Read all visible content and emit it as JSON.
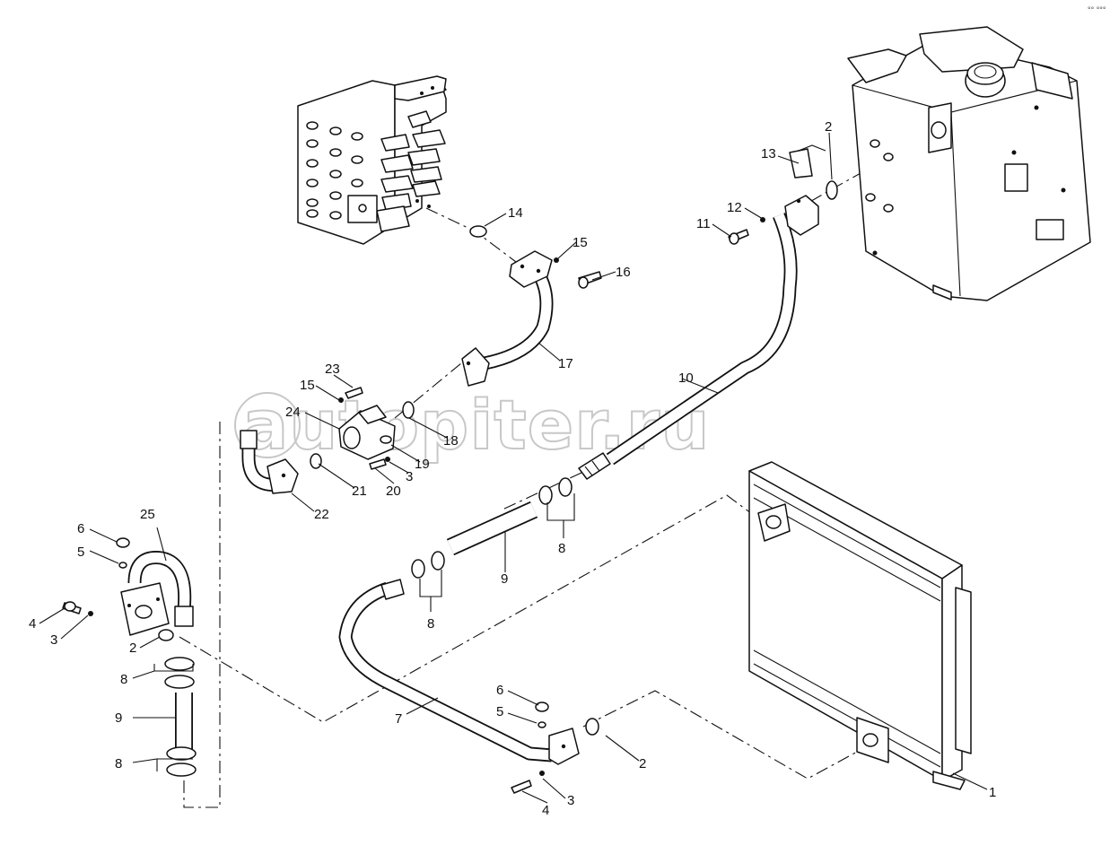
{
  "watermark": "autopiter.ru",
  "corner_code": "°° °°°",
  "callouts": [
    {
      "id": "c-2a",
      "text": "2"
    },
    {
      "id": "c-13",
      "text": "13"
    },
    {
      "id": "c-12",
      "text": "12"
    },
    {
      "id": "c-11",
      "text": "11"
    },
    {
      "id": "c-14",
      "text": "14"
    },
    {
      "id": "c-15a",
      "text": "15"
    },
    {
      "id": "c-16",
      "text": "16"
    },
    {
      "id": "c-17",
      "text": "17"
    },
    {
      "id": "c-10",
      "text": "10"
    },
    {
      "id": "c-23",
      "text": "23"
    },
    {
      "id": "c-15b",
      "text": "15"
    },
    {
      "id": "c-24",
      "text": "24"
    },
    {
      "id": "c-18",
      "text": "18"
    },
    {
      "id": "c-19",
      "text": "19"
    },
    {
      "id": "c-3a",
      "text": "3"
    },
    {
      "id": "c-20",
      "text": "20"
    },
    {
      "id": "c-21",
      "text": "21"
    },
    {
      "id": "c-22",
      "text": "22"
    },
    {
      "id": "c-25",
      "text": "25"
    },
    {
      "id": "c-6a",
      "text": "6"
    },
    {
      "id": "c-5a",
      "text": "5"
    },
    {
      "id": "c-4a",
      "text": "4"
    },
    {
      "id": "c-3b",
      "text": "3"
    },
    {
      "id": "c-2b",
      "text": "2"
    },
    {
      "id": "c-8a",
      "text": "8"
    },
    {
      "id": "c-9a",
      "text": "9"
    },
    {
      "id": "c-8b",
      "text": "8"
    },
    {
      "id": "c-8c",
      "text": "8"
    },
    {
      "id": "c-9b",
      "text": "9"
    },
    {
      "id": "c-8d",
      "text": "8"
    },
    {
      "id": "c-7",
      "text": "7"
    },
    {
      "id": "c-6b",
      "text": "6"
    },
    {
      "id": "c-5b",
      "text": "5"
    },
    {
      "id": "c-2c",
      "text": "2"
    },
    {
      "id": "c-3c",
      "text": "3"
    },
    {
      "id": "c-4b",
      "text": "4"
    },
    {
      "id": "c-1",
      "text": "1"
    }
  ]
}
